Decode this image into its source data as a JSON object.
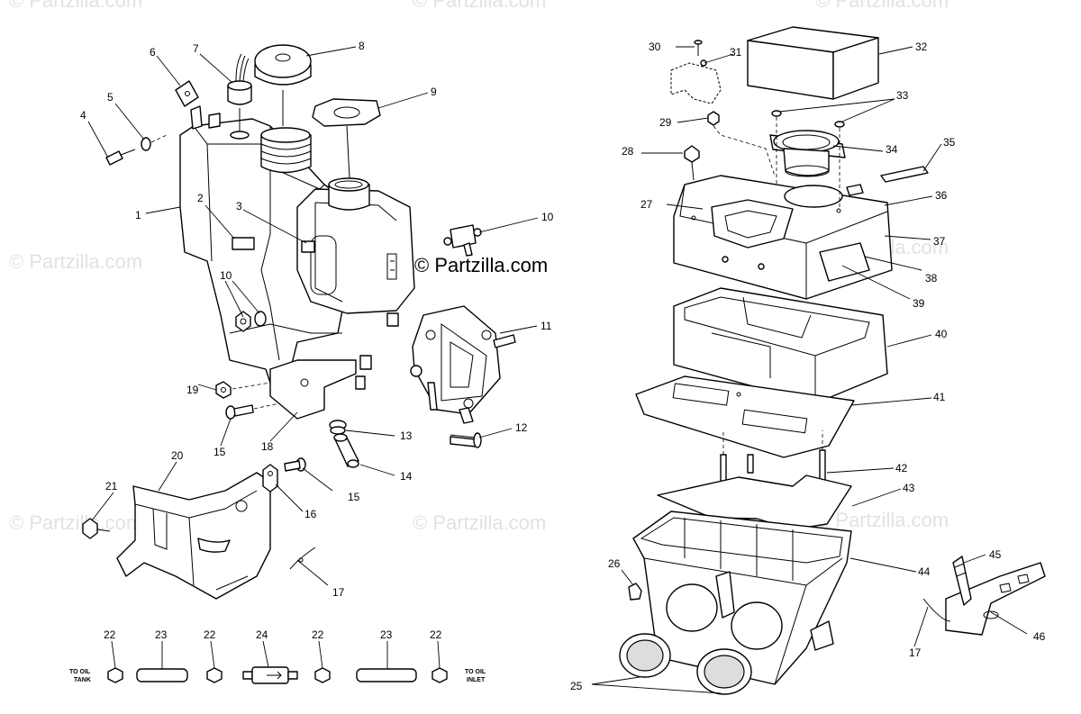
{
  "watermarks": {
    "text": "© Partzilla.com",
    "main": "© Partzilla.com"
  },
  "callouts": {
    "c1": "1",
    "c2": "2",
    "c3": "3",
    "c4": "4",
    "c5": "5",
    "c6": "6",
    "c7": "7",
    "c8": "8",
    "c9": "9",
    "c10a": "10",
    "c10b": "10",
    "c11": "11",
    "c12": "12",
    "c13": "13",
    "c14": "14",
    "c15a": "15",
    "c15b": "15",
    "c16": "16",
    "c17a": "17",
    "c17b": "17",
    "c18": "18",
    "c19": "19",
    "c20": "20",
    "c21": "21",
    "c22a": "22",
    "c22b": "22",
    "c22c": "22",
    "c22d": "22",
    "c23a": "23",
    "c23b": "23",
    "c24": "24",
    "c25": "25",
    "c26": "26",
    "c27": "27",
    "c28": "28",
    "c29": "29",
    "c30": "30",
    "c31": "31",
    "c32": "32",
    "c33": "33",
    "c34": "34",
    "c35": "35",
    "c36": "36",
    "c37": "37",
    "c38": "38",
    "c39": "39",
    "c40": "40",
    "c41": "41",
    "c42": "42",
    "c43": "43",
    "c44": "44",
    "c45": "45",
    "c46": "46"
  },
  "notes": {
    "oil_tank_1": "TO OIL",
    "oil_tank_2": "TANK",
    "oil_inlet_1": "TO OIL",
    "oil_inlet_2": "INLET"
  }
}
